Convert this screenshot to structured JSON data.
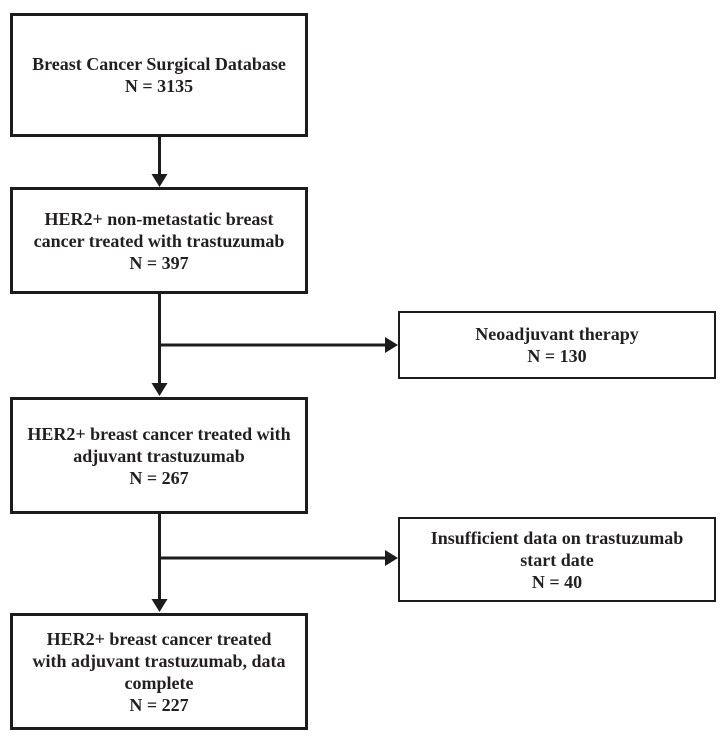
{
  "diagram": {
    "type": "flowchart",
    "main_boxes": [
      {
        "label": "Breast Cancer Surgical Database",
        "n": "N = 3135"
      },
      {
        "label": "HER2+ non-metastatic breast\ncancer treated with trastuzumab",
        "n": "N = 397"
      },
      {
        "label": "HER2+ breast cancer treated with\nadjuvant trastuzumab",
        "n": "N = 267"
      },
      {
        "label": "HER2+ breast cancer treated\nwith adjuvant trastuzumab, data\ncomplete",
        "n": "N = 227"
      }
    ],
    "side_boxes": [
      {
        "label": "Neoadjuvant therapy",
        "n": "N = 130"
      },
      {
        "label": "Insufficient data on trastuzumab\nstart date",
        "n": "N = 40"
      }
    ],
    "colors": {
      "line": "#1c1c1c",
      "text": "#231f20",
      "background": "#ffffff"
    }
  }
}
